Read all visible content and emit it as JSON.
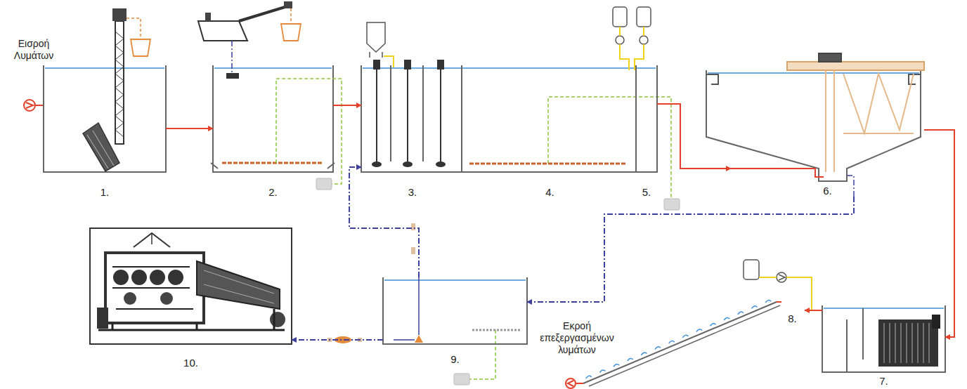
{
  "diagram": {
    "nodes": [
      {
        "text": [
          "1."
        ]
      },
      {
        "text": [
          "2."
        ]
      },
      {
        "text": [
          "3."
        ]
      },
      {
        "text": [
          "4."
        ]
      },
      {
        "text": [
          "5."
        ]
      },
      {
        "text": [
          "6."
        ]
      },
      {
        "text": [
          "7."
        ]
      },
      {
        "text": [
          "8."
        ]
      },
      {
        "text": [
          "9."
        ]
      },
      {
        "text": [
          "10."
        ]
      }
    ],
    "edges": [
      {
        "from": 0,
        "to": 1,
        "arrow": "to"
      },
      {
        "from": 1,
        "to": 2,
        "arrow": "to"
      },
      {
        "from": 4,
        "to": 5,
        "arrow": "to"
      },
      {
        "from": 5,
        "to": 6,
        "arrow": "to"
      },
      {
        "from": 6,
        "to": 7,
        "arrow": "to"
      },
      {
        "from": 5,
        "to": 8,
        "arrow": "to"
      },
      {
        "from": 8,
        "to": 2,
        "arrow": "to"
      },
      {
        "from": 8,
        "to": 9,
        "arrow": "to"
      }
    ],
    "labels": [
      "Εισροή Λυμάτων",
      "Εκροή επεξεργασμένων λυμάτων"
    ]
  }
}
